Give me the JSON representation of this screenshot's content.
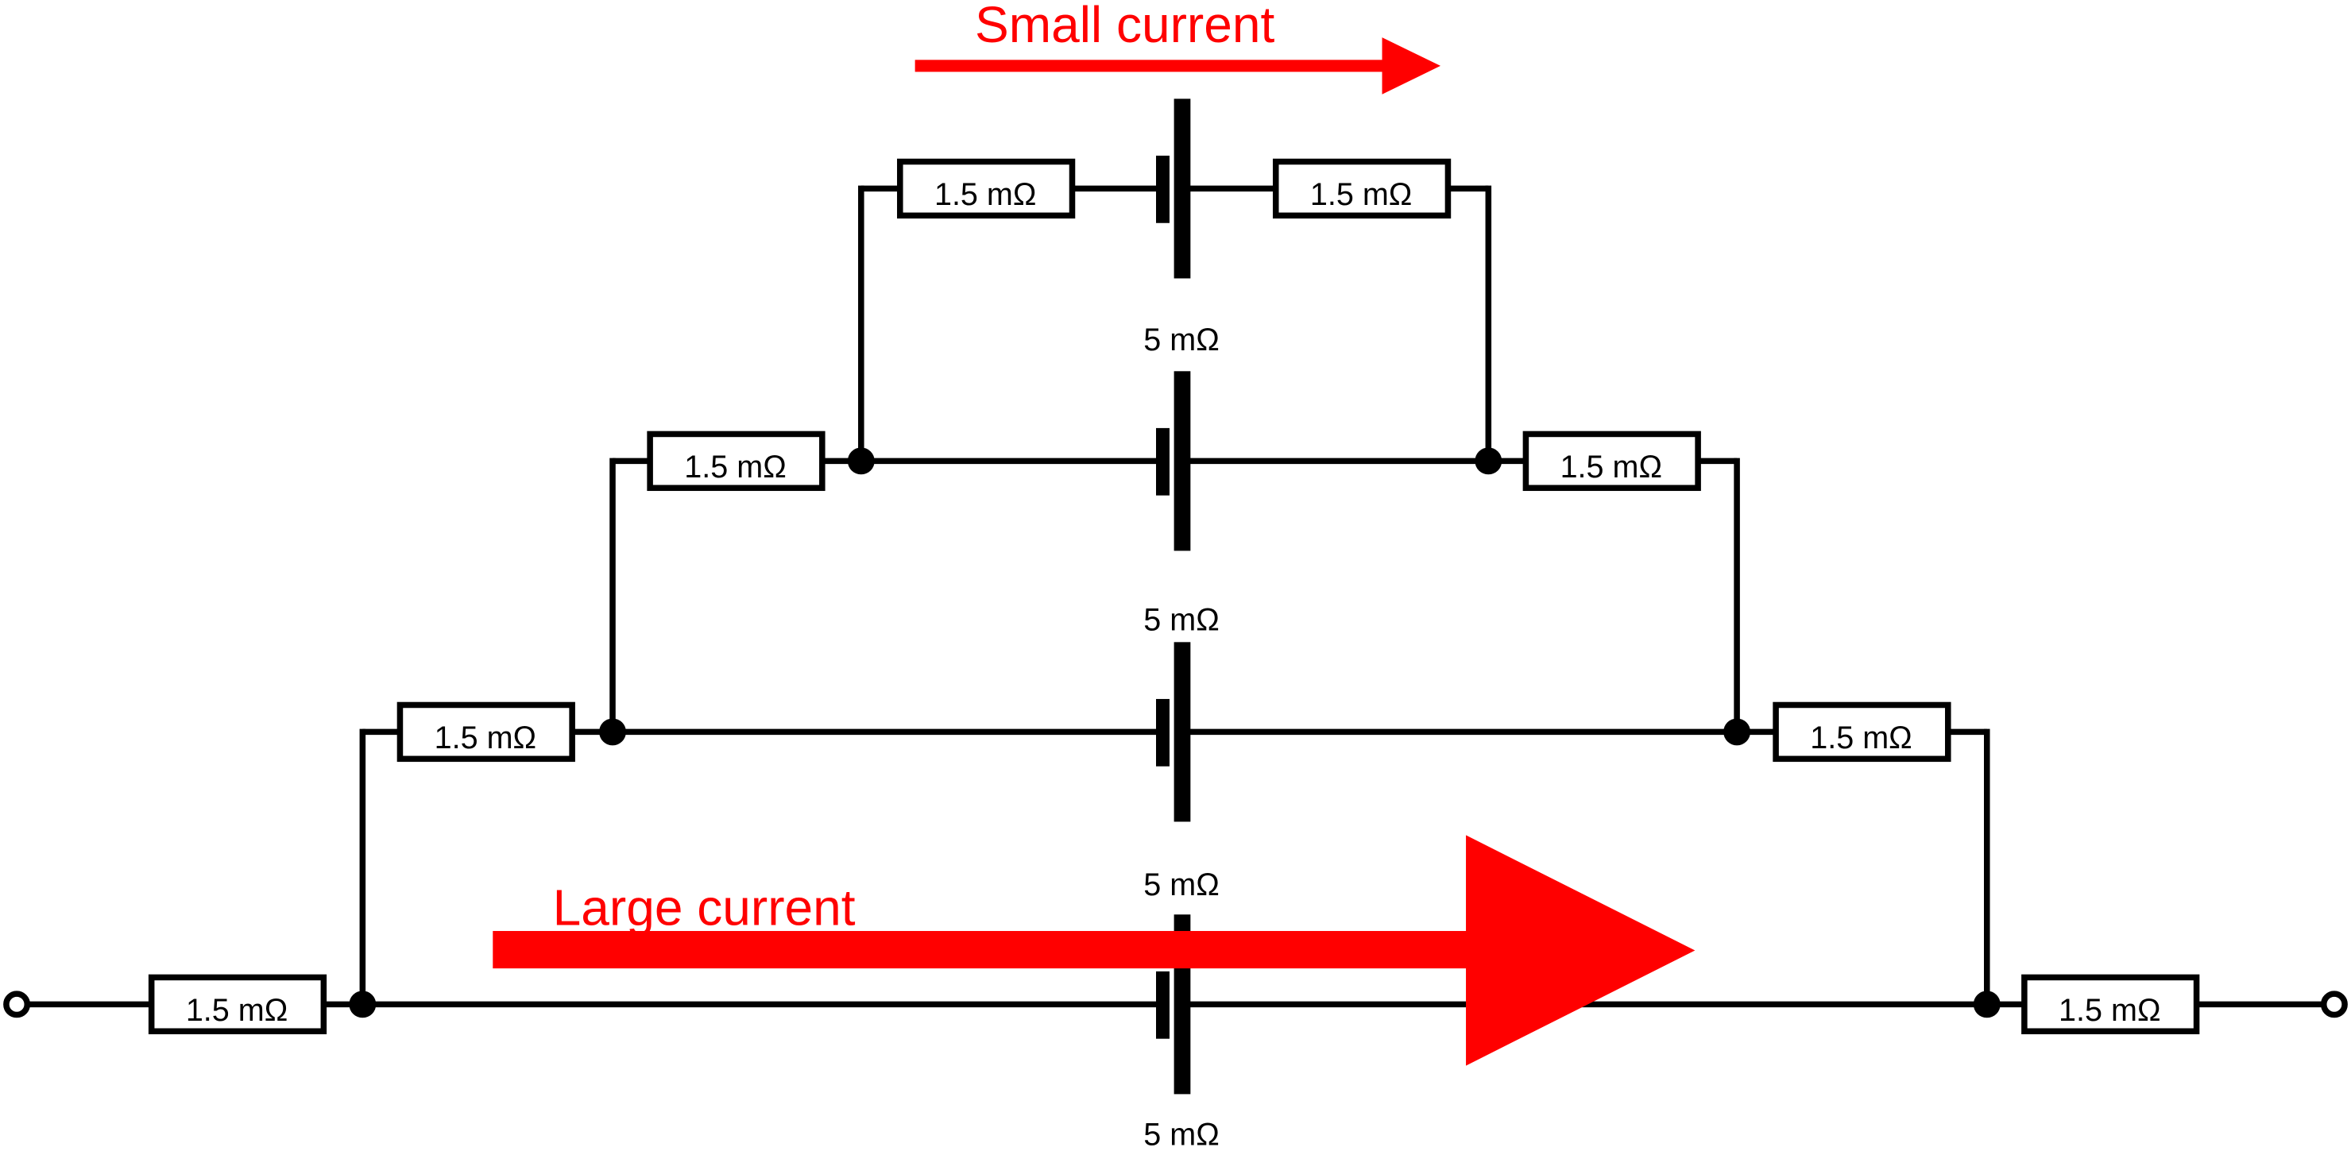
{
  "colors": {
    "wire": "#000000",
    "arrow": "#ff0000",
    "background": "#ffffff"
  },
  "small_current": {
    "label": "Small current"
  },
  "large_current": {
    "label": "Large current"
  },
  "rows": [
    {
      "left_resistor": "1.5 mΩ",
      "right_resistor": "1.5 mΩ",
      "cell_resistance": "5 mΩ"
    },
    {
      "left_resistor": "1.5 mΩ",
      "right_resistor": "1.5 mΩ",
      "cell_resistance": "5 mΩ"
    },
    {
      "left_resistor": "1.5 mΩ",
      "right_resistor": "1.5 mΩ",
      "cell_resistance": "5 mΩ"
    },
    {
      "left_resistor": "1.5 mΩ",
      "right_resistor": "1.5 mΩ",
      "cell_resistance": "5 mΩ"
    }
  ]
}
